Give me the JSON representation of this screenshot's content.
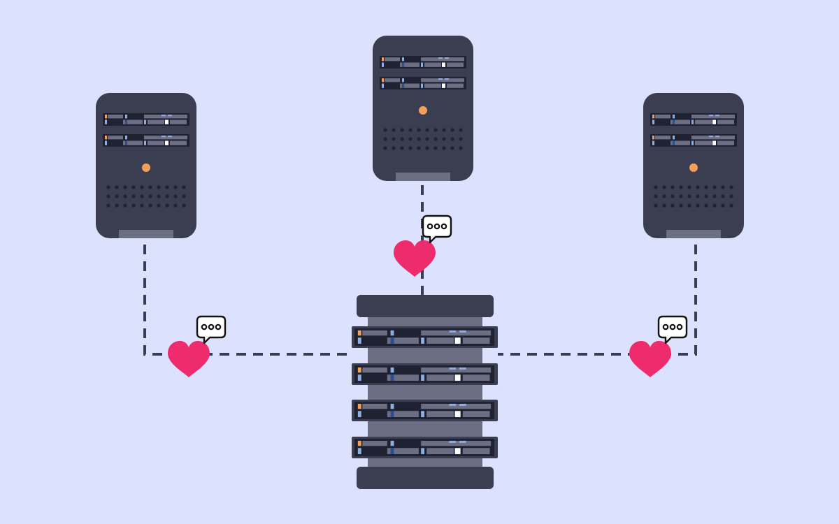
{
  "colors": {
    "background": "#DCE2FD",
    "server_body": "#3B3E50",
    "server_foot": "#6C6F84",
    "drive_slot": "#1F2233",
    "drive_bar": "#6C6F84",
    "drive_blue": "#8FB0DE",
    "drive_dark_blue": "#2B4F8E",
    "drive_white": "#FFFFFF",
    "led_orange": "#F5A05A",
    "vent_dot": "#1F2233",
    "connector": "#3B3E50",
    "heart": "#EE2B6C",
    "bubble_fill": "#FFFFFF",
    "bubble_stroke": "#111111"
  },
  "nodes": [
    {
      "id": "tower-left",
      "kind": "tower-server",
      "icon": "server-tower-icon"
    },
    {
      "id": "tower-center",
      "kind": "tower-server",
      "icon": "server-tower-icon"
    },
    {
      "id": "tower-right",
      "kind": "tower-server",
      "icon": "server-tower-icon"
    },
    {
      "id": "rack-center",
      "kind": "rack-server",
      "icon": "server-rack-icon",
      "units": 4
    }
  ],
  "edges": [
    {
      "from": "tower-left",
      "to": "rack-center",
      "style": "dashed",
      "markers": [
        "heart-icon",
        "chat-bubble-icon"
      ]
    },
    {
      "from": "tower-center",
      "to": "rack-center",
      "style": "dashed",
      "markers": [
        "heart-icon",
        "chat-bubble-icon"
      ]
    },
    {
      "from": "tower-right",
      "to": "rack-center",
      "style": "dashed",
      "markers": [
        "heart-icon",
        "chat-bubble-icon"
      ]
    }
  ]
}
